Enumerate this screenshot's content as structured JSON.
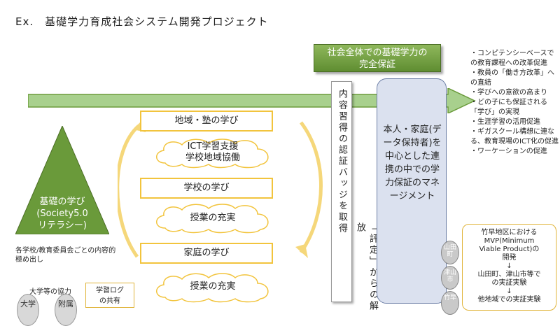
{
  "title": "Ex.　基礎学力育成社会システム開発プロジェクト",
  "goal": {
    "line1": "社会全体での基礎学力の",
    "line2": "完全保証"
  },
  "pyramid": {
    "line1": "基礎の学び",
    "line2": "(Society5.0",
    "line3": "リテラシー)"
  },
  "notes": {
    "extract": "各学校/教育委員会ごとの内容的極め出し",
    "univ_coop": "大学等の協力",
    "circle_a": "大学",
    "circle_b": "附属"
  },
  "log_box": {
    "line1": "学習ログ",
    "line2": "の共有"
  },
  "learning": [
    {
      "label": "地域・塾の学び"
    },
    {
      "label": "学校の学び"
    },
    {
      "label": "家庭の学び"
    }
  ],
  "clouds": [
    {
      "line1": "ICT学習支援",
      "line2": "学校地域協働"
    },
    {
      "line1": "授業の充実",
      "line2": ""
    },
    {
      "line1": "授業の充実",
      "line2": ""
    }
  ],
  "badge_text": "内容習得の認証バッジを取得",
  "release_text": "「評定」からの解放",
  "support_text": "本人・家庭(データ保持者)を中心とした連携の中での学力保証のマネージメント",
  "bullets": [
    "・コンピテンシーベースでの教育課程への改革促進",
    "・教員の「働き方改革」への直結",
    "・学びへの意欲の高まり",
    "・どの子にも保証される「学び」の実現",
    "・生涯学習の活用促進",
    "・ギガスクール構想に連なる、教育現場のICT化の促進",
    "・ワーケーションの促進"
  ],
  "towns": [
    "山田町",
    "津山市",
    "竹早"
  ],
  "mvp": {
    "line1": "竹早地区における",
    "line2": "MVP(Minimum",
    "line3": "Viable Product)の",
    "line4": "開発",
    "arrow1": "↓",
    "line5": "山田町、津山市等で",
    "line6": "の実証実験",
    "arrow2": "↓",
    "line7": "他地域での実証実験"
  },
  "colors": {
    "green": "#6a9a3a",
    "gold": "#f2c43d",
    "blue": "#dbe1ef"
  }
}
